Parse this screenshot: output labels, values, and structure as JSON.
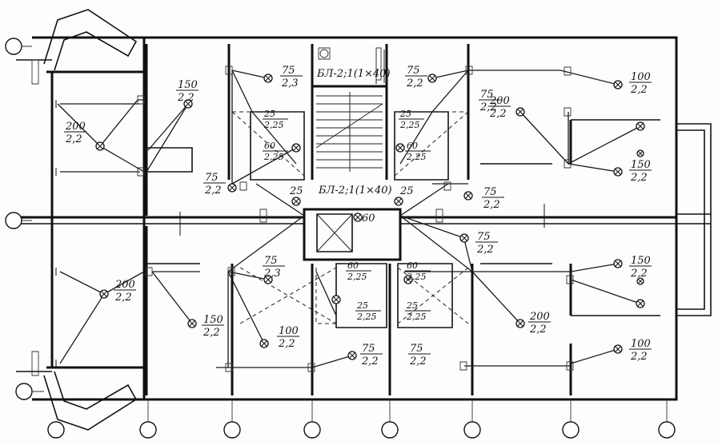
{
  "labels": {
    "top_center": "БЛ-2;1(1×40)",
    "mid_center": "БЛ-2;1(1×40)",
    "lamp_25_left": "25",
    "lamp_25_right": "25",
    "lamp_60_center": "60"
  },
  "fixtures": [
    {
      "id": "f01",
      "num": "75",
      "den": "2,3"
    },
    {
      "id": "f02",
      "num": "150",
      "den": "2,2"
    },
    {
      "id": "f03",
      "num": "200",
      "den": "2,2"
    },
    {
      "id": "f04",
      "num": "25",
      "den": "2,25"
    },
    {
      "id": "f05",
      "num": "60",
      "den": "2,25"
    },
    {
      "id": "f06",
      "num": "75",
      "den": "2,2"
    },
    {
      "id": "f07",
      "num": "75",
      "den": "2,2"
    },
    {
      "id": "f08",
      "num": "25",
      "den": "2,25"
    },
    {
      "id": "f09",
      "num": "60",
      "den": "2,25"
    },
    {
      "id": "f10",
      "num": "100",
      "den": "2,2"
    },
    {
      "id": "f11",
      "num": "200",
      "den": "2,2"
    },
    {
      "id": "f12",
      "num": "150",
      "den": "2,2"
    },
    {
      "id": "f13",
      "num": "75",
      "den": "2,2"
    },
    {
      "id": "f14",
      "num": "75",
      "den": "2,2"
    },
    {
      "id": "f15",
      "num": "75",
      "den": "2,3"
    },
    {
      "id": "f16",
      "num": "200",
      "den": "2,2"
    },
    {
      "id": "f17",
      "num": "150",
      "den": "2,2"
    },
    {
      "id": "f18",
      "num": "60",
      "den": "2,25"
    },
    {
      "id": "f19",
      "num": "25",
      "den": "2,25"
    },
    {
      "id": "f20",
      "num": "60",
      "den": "2,25"
    },
    {
      "id": "f21",
      "num": "25",
      "den": "2,25"
    },
    {
      "id": "f22",
      "num": "75",
      "den": "2,2"
    },
    {
      "id": "f23",
      "num": "150",
      "den": "2,2"
    },
    {
      "id": "f24",
      "num": "200",
      "den": "2,2"
    },
    {
      "id": "f25",
      "num": "100",
      "den": "2,2"
    },
    {
      "id": "f26",
      "num": "75",
      "den": "2,2"
    },
    {
      "id": "f27",
      "num": "75",
      "den": "2,2"
    },
    {
      "id": "f28",
      "num": "100",
      "den": "2,2"
    }
  ]
}
